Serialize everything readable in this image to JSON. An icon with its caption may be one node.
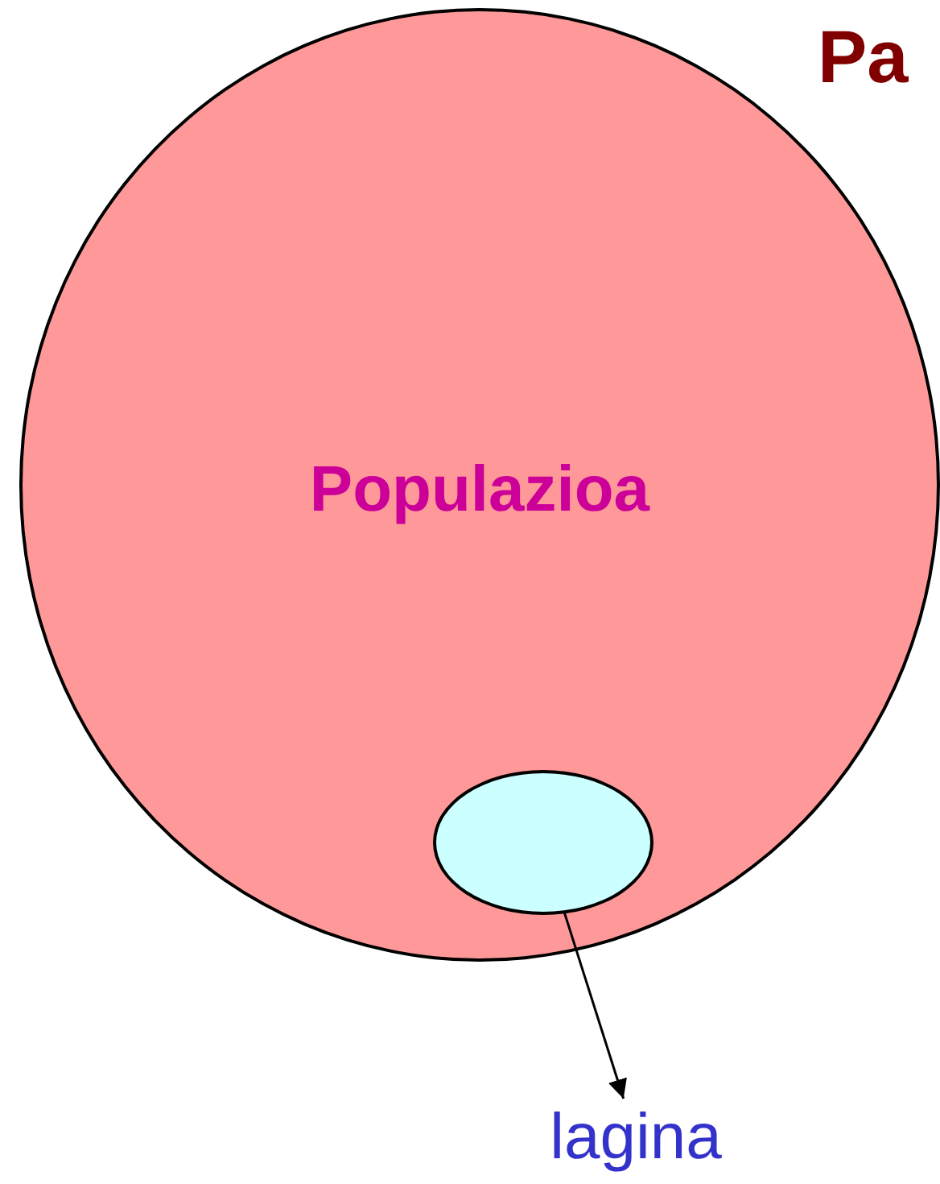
{
  "diagram": {
    "title": "Pa",
    "nodes": [
      {
        "text": [
          "Populazioa"
        ]
      },
      {
        "text": [],
        "shape": "ellipse",
        "in": 0
      },
      {
        "text": [
          "lagina"
        ]
      }
    ],
    "edges": [
      {
        "from": 1,
        "to": 2,
        "arrow": "to"
      }
    ]
  }
}
